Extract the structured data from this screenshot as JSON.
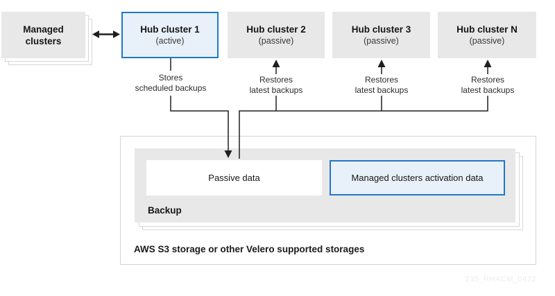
{
  "diagram": {
    "managed_clusters": {
      "line1": "Managed",
      "line2": "clusters"
    },
    "hubs": [
      {
        "name": "Hub cluster 1",
        "state": "(active)",
        "action_line1": "Stores",
        "action_line2": "scheduled backups"
      },
      {
        "name": "Hub cluster 2",
        "state": "(passive)",
        "action_line1": "Restores",
        "action_line2": "latest backups"
      },
      {
        "name": "Hub cluster 3",
        "state": "(passive)",
        "action_line1": "Restores",
        "action_line2": "latest backups"
      },
      {
        "name": "Hub cluster N",
        "state": "(passive)",
        "action_line1": "Restores",
        "action_line2": "latest backups"
      }
    ],
    "storage": {
      "backup_label": "Backup",
      "passive_data_label": "Passive data",
      "activation_data_label": "Managed clusters activation data",
      "caption": "AWS S3 storage or other Velero supported storages"
    },
    "watermark": "235_RHACM_0422",
    "colors": {
      "accent_blue": "#2077c7",
      "accent_blue_fill": "#e8f1f9",
      "box_gray": "#e8e8e8",
      "line_color": "#1f1f1f",
      "watermark_color": "#ededed"
    }
  }
}
